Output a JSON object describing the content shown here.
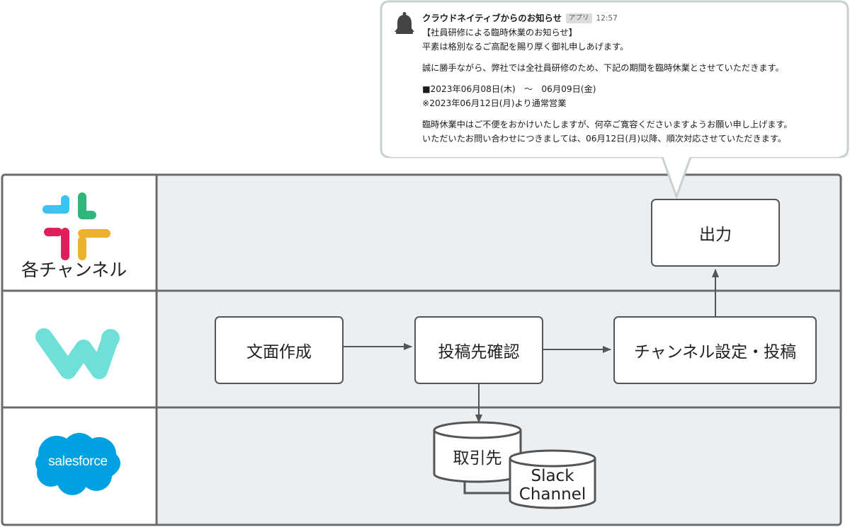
{
  "notification": {
    "sender": "クラウドネイティブからのお知らせ",
    "badge": "アプリ",
    "time": "12:57",
    "lines": [
      "【社員研修による臨時休業のお知らせ】",
      "平素は格別なるご高配を賜り厚く御礼申しあげます。",
      "誠に勝手ながら、弊社では全社員研修のため、下記の期間を臨時休業とさせていただきます。",
      "■2023年06月08日(木)　～　06月09日(金)",
      "※2023年06月12日(月)より通常営業",
      "臨時休業中はご不便をおかけいたしますが、何卒ご寛容くださいますようお願い申し上げます。",
      "いただいたお問い合わせにつきましては、06月12日(月)以降、順次対応させていただきます。"
    ],
    "icon": "bell-icon"
  },
  "lanes": {
    "channel_label": "各チャンネル",
    "slack_icon": "slack-logo",
    "app_icon": "w-app-logo",
    "salesforce_text": "salesforce"
  },
  "nodes": {
    "output": "出力",
    "compose": "文面作成",
    "confirm": "投稿先確認",
    "channel_post": "チャンネル設定・投稿"
  },
  "databases": {
    "accounts": "取引先",
    "slack_channel_line1": "Slack",
    "slack_channel_line2": "Channel"
  },
  "colors": {
    "lane_bg": "#eceff1",
    "border": "#6b6b6b",
    "slack_blue": "#36c5f0",
    "slack_green": "#2eb67d",
    "slack_red": "#e01e5a",
    "slack_yellow": "#ecb22e",
    "app_teal": "#6ee0d8",
    "salesforce_blue": "#00a1e0"
  }
}
